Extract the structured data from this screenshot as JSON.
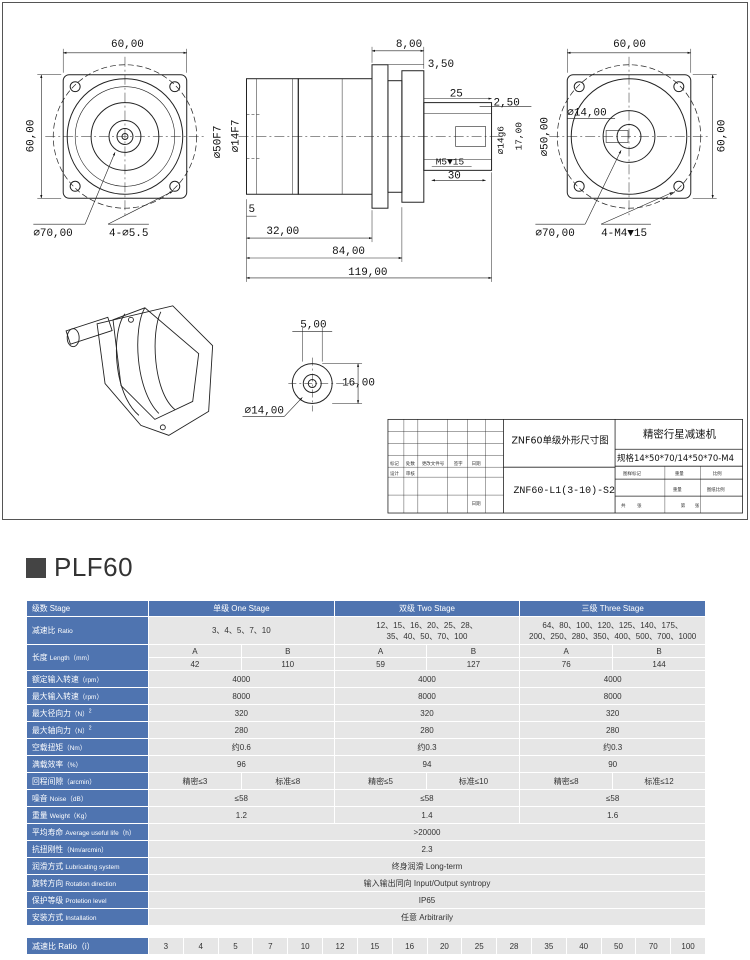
{
  "drawing": {
    "dims": {
      "w_front": "60,00",
      "h_front": "60,00",
      "dia_front": "⌀70,00",
      "holes_front": "4-⌀5.5",
      "d_8": "8,00",
      "d_350": "3,50",
      "d_25": "25",
      "d_250": "2,50",
      "d_50f7": "⌀50F7",
      "d_14f7": "⌀14F7",
      "d_14g6": "⌀14g6",
      "d_1700": "17,00",
      "d_5000": "⌀50,00",
      "d_m5": "M5▼15",
      "d_30": "30",
      "d_5": "5",
      "d_32": "32,00",
      "d_84": "84,00",
      "d_119": "119,00",
      "w_rear": "60,00",
      "h_rear": "60,00",
      "dia_rear14": "⌀14,00",
      "dia_rear": "⌀70,00",
      "holes_rear": "4-M4▼15",
      "key_5": "5,00",
      "key_16": "16,00",
      "key_dia": "⌀14,00"
    },
    "title_block": {
      "title_left": "ZNF60单级外形尺寸图",
      "title_right": "精密行星减速机",
      "spec_right": "规格14*50*70/14*50*70-M4",
      "code": "ZNF60-L1(3-10)-S2",
      "small_labels": [
        "标记",
        "处数",
        "更改文件号",
        "签字",
        "日期",
        "设计",
        "审核",
        "日期",
        "图样标记",
        "重量",
        "比例",
        "共",
        "张",
        "第",
        "张",
        "重量",
        "图纸比例"
      ]
    }
  },
  "heading": {
    "title": "PLF60"
  },
  "table": {
    "header": {
      "label": "级数 Stage",
      "s1": "单级 One Stage",
      "s2": "双级 Two Stage",
      "s3": "三级 Three Stage"
    },
    "rows": {
      "ratio": {
        "cn": "减速比",
        "en": "Ratio",
        "s1": "3、4、5、7、10",
        "s2a": "12、15、16、20、25、28、",
        "s2b": "35、40、50、70、100",
        "s3a": "64、80、100、120、125、140、175、",
        "s3b": "200、250、280、350、400、500、700、1000"
      },
      "length": {
        "cn": "长度",
        "en": "Length（mm）",
        "s1a_h": "A",
        "s1b_h": "B",
        "s2a_h": "A",
        "s2b_h": "B",
        "s3a_h": "A",
        "s3b_h": "B",
        "s1a": "42",
        "s1b": "110",
        "s2a": "59",
        "s2b": "127",
        "s3a": "76",
        "s3b": "144"
      },
      "rated_speed": {
        "cn": "额定输入转速",
        "en": "（rpm）",
        "s1": "4000",
        "s2": "4000",
        "s3": "4000"
      },
      "max_speed": {
        "cn": "最大输入转速",
        "en": "（rpm）",
        "s1": "8000",
        "s2": "8000",
        "s3": "8000"
      },
      "radial": {
        "cn": "最大径向力",
        "en": "（N）",
        "sup": "2",
        "s1": "320",
        "s2": "320",
        "s3": "320"
      },
      "axial": {
        "cn": "最大轴向力",
        "en": "（N）",
        "sup": "2",
        "s1": "280",
        "s2": "280",
        "s3": "280"
      },
      "noload": {
        "cn": "空载扭矩",
        "en": "（Nm）",
        "s1": "约0.6",
        "s2": "约0.3",
        "s3": "约0.3"
      },
      "efficiency": {
        "cn": "满载效率",
        "en": "（%）",
        "s1": "96",
        "s2": "94",
        "s3": "90"
      },
      "backlash": {
        "cn": "回程间隙",
        "en": "（arcmin）",
        "s1a": "精密≤3",
        "s1b": "标准≤8",
        "s2a": "精密≤5",
        "s2b": "标准≤10",
        "s3a": "精密≤8",
        "s3b": "标准≤12"
      },
      "noise": {
        "cn": "噪音",
        "en": "Noise（dB）",
        "s1": "≤58",
        "s2": "≤58",
        "s3": "≤58"
      },
      "weight": {
        "cn": "重量",
        "en": "Weight（Kg）",
        "s1": "1.2",
        "s2": "1.4",
        "s3": "1.6"
      },
      "life": {
        "cn": "平均寿命",
        "en": "Average useful life（h）",
        "all": ">20000"
      },
      "rigidity": {
        "cn": "抗扭刚性",
        "en": "（Nm/arcmin）",
        "all": "2.3"
      },
      "lube": {
        "cn": "润滑方式",
        "en": "Lubricating system",
        "all": "终身润滑  Long-term"
      },
      "rotation": {
        "cn": "旋转方向",
        "en": "Rotation direction",
        "all": "输入输出同向  Input/Output syntropy"
      },
      "protection": {
        "cn": "保护等级",
        "en": "Protetion level",
        "all": "IP65"
      },
      "mounting": {
        "cn": "安装方式",
        "en": "Installation",
        "all": "任意  Arbitrarily"
      }
    }
  },
  "ratio_table": {
    "label": "减速比 Ratio（i）",
    "values": [
      "3",
      "4",
      "5",
      "7",
      "10",
      "12",
      "15",
      "16",
      "20",
      "25",
      "28",
      "35",
      "40",
      "50",
      "70",
      "100"
    ]
  }
}
